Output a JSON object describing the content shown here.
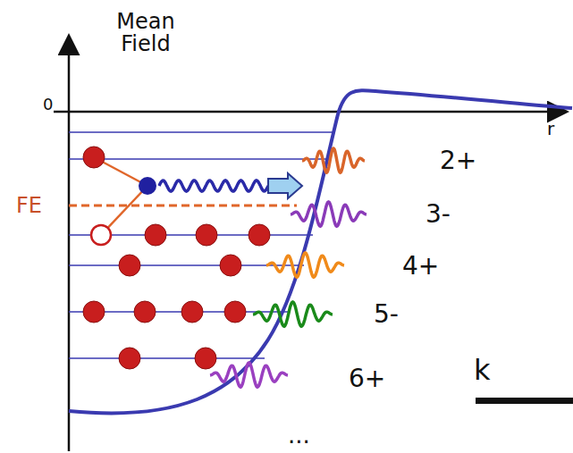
{
  "diagram": {
    "labels": [
      "Mean Field",
      "0",
      "r",
      "FE",
      "2+",
      "3-",
      "4+",
      "5-",
      "6+",
      "k",
      "..."
    ]
  }
}
